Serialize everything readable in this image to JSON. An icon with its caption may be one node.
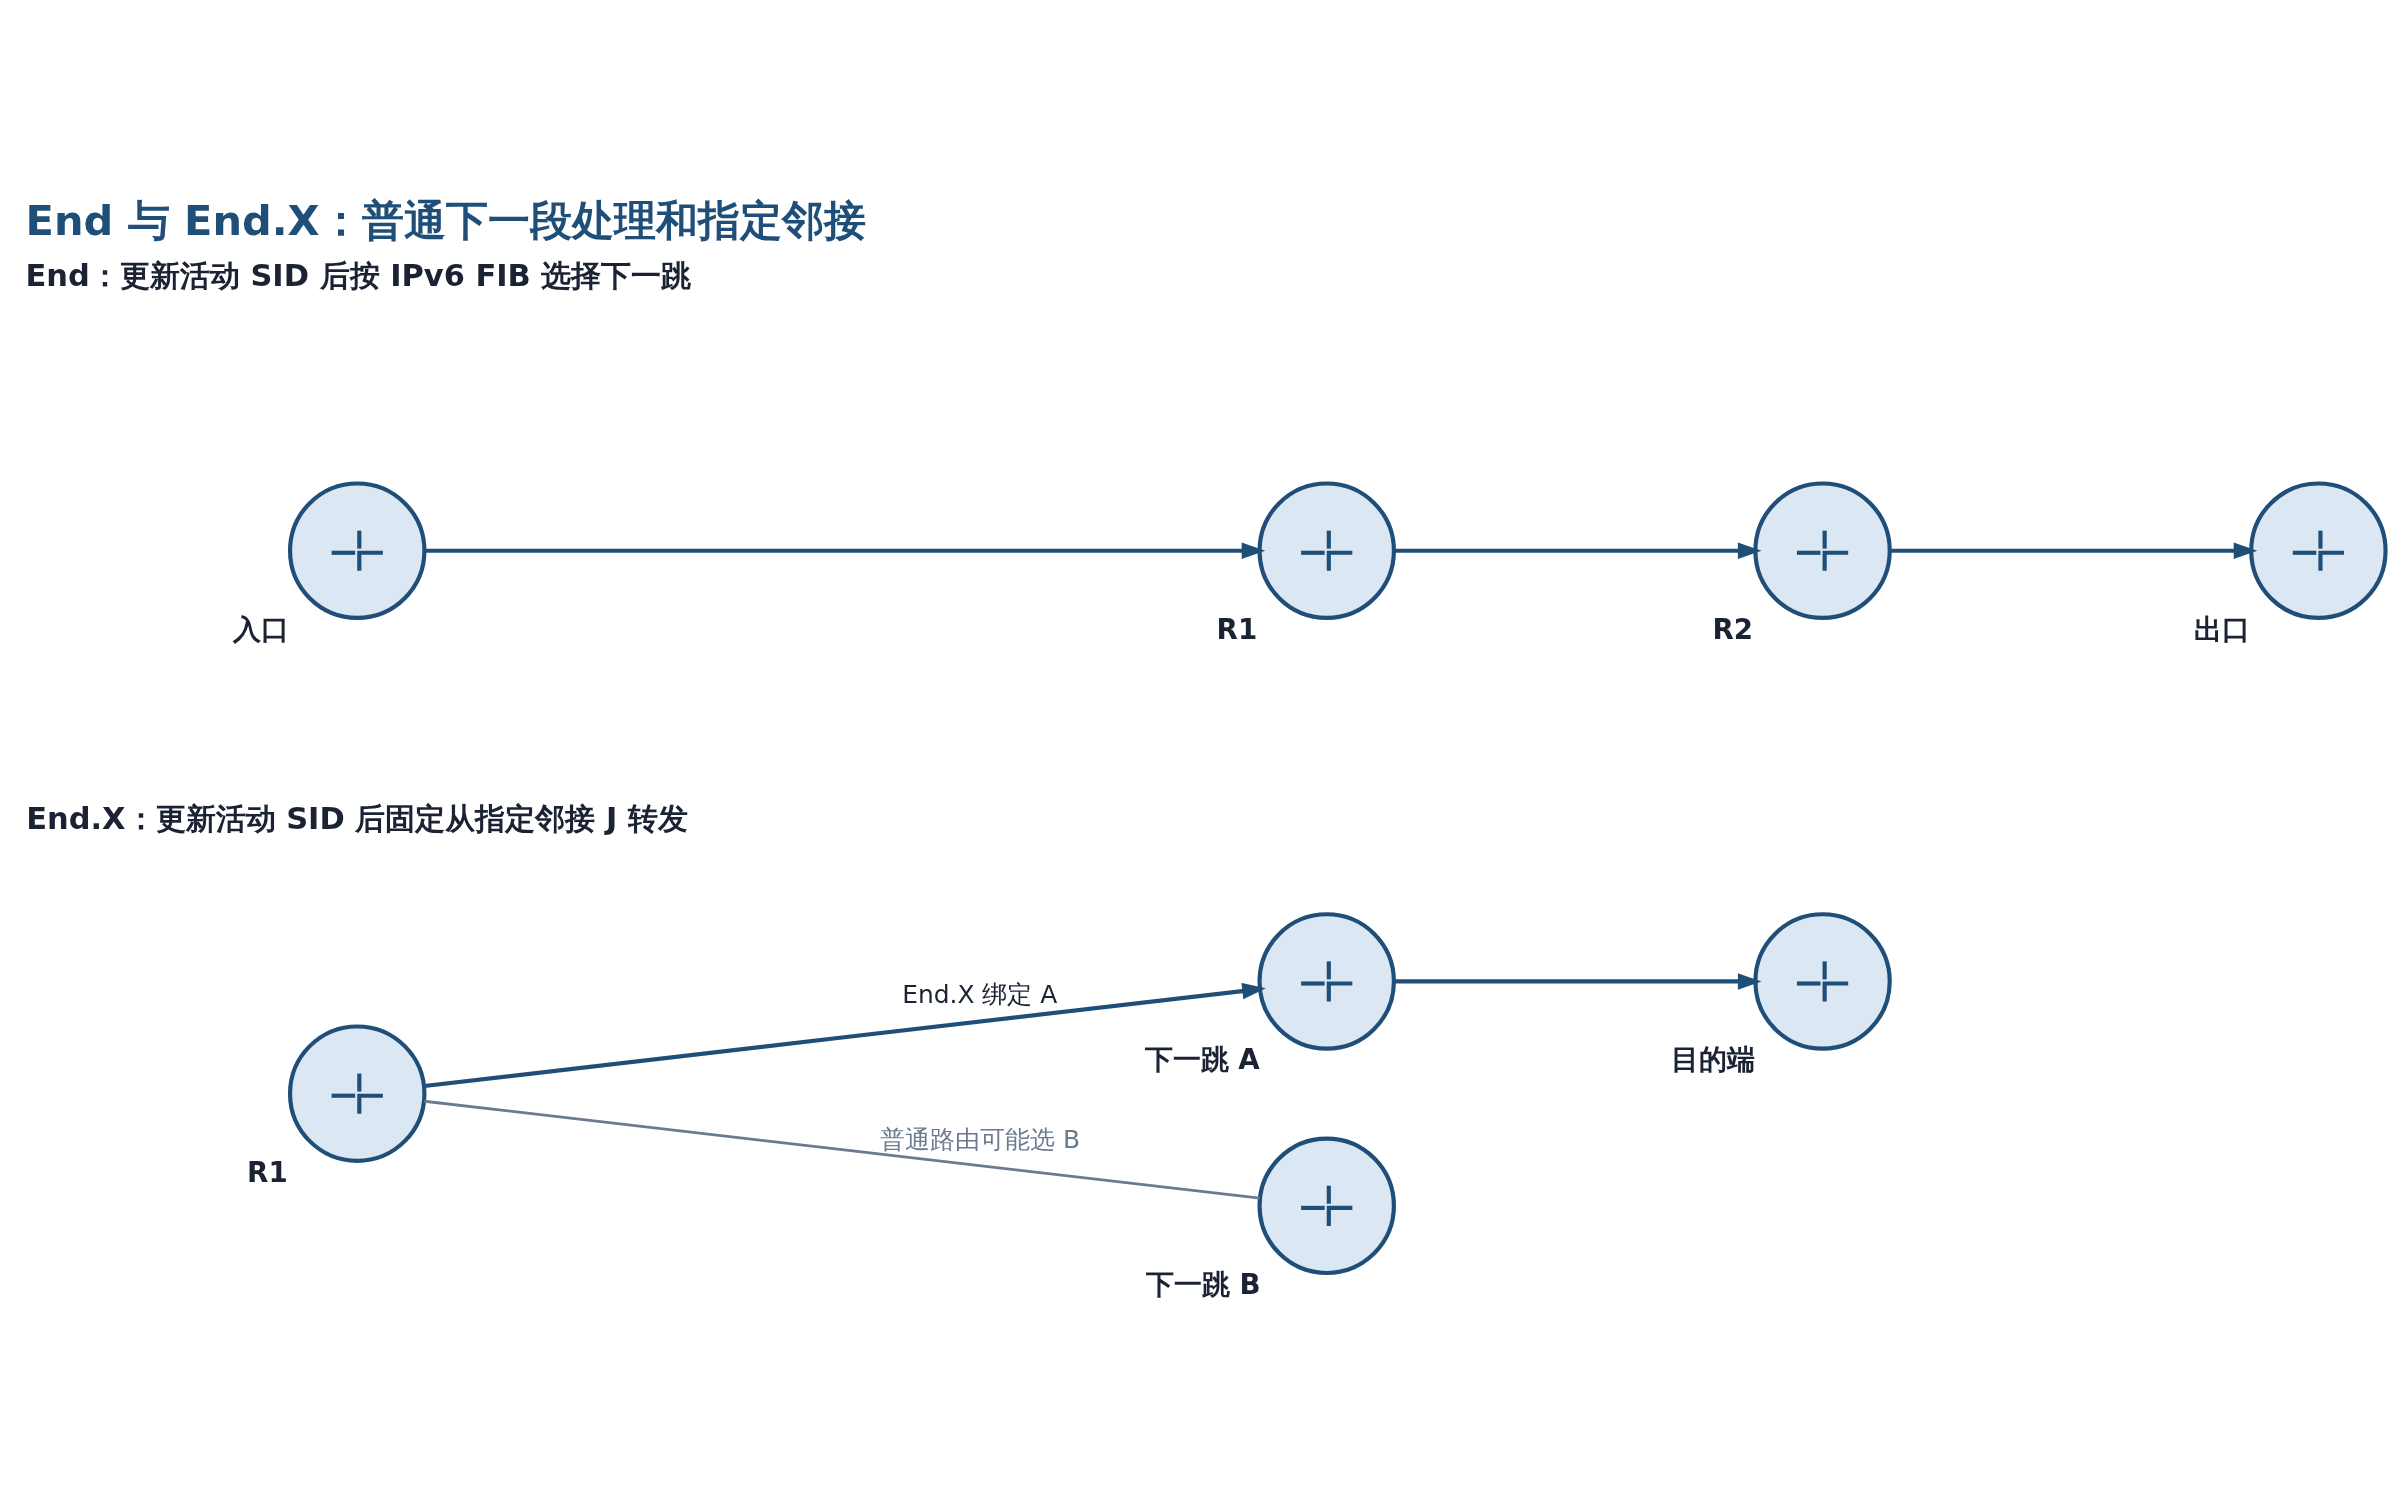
{
  "diagram": {
    "title": "End 与 End.X：普通下一段处理和指定邻接",
    "nodes": [
      {
        "text": [
          "入口"
        ]
      },
      {
        "text": [
          "R1"
        ]
      },
      {
        "text": [
          "R2"
        ]
      },
      {
        "text": [
          "出口"
        ]
      },
      {
        "text": [
          "R1"
        ]
      },
      {
        "text": [
          "下一跳 A"
        ]
      },
      {
        "text": [
          "下一跳 B"
        ]
      },
      {
        "text": [
          "目的端"
        ]
      }
    ],
    "edges": [
      {
        "from": 0,
        "to": 1,
        "arrow": "to"
      },
      {
        "from": 1,
        "to": 2,
        "arrow": "to"
      },
      {
        "from": 2,
        "to": 3,
        "arrow": "to"
      },
      {
        "from": 4,
        "to": 5,
        "arrow": "to",
        "label": "End.X 绑定 A"
      },
      {
        "from": 4,
        "to": 6,
        "arrow": "none",
        "label": "普通路由可能选 B",
        "color": "#6b7a90"
      },
      {
        "from": 5,
        "to": 7,
        "arrow": "to"
      }
    ],
    "labels": [
      "End：更新活动 SID 后按 IPv6 FIB 选择下一跳",
      "End.X：更新活动 SID 后固定从指定邻接 J 转发"
    ]
  }
}
